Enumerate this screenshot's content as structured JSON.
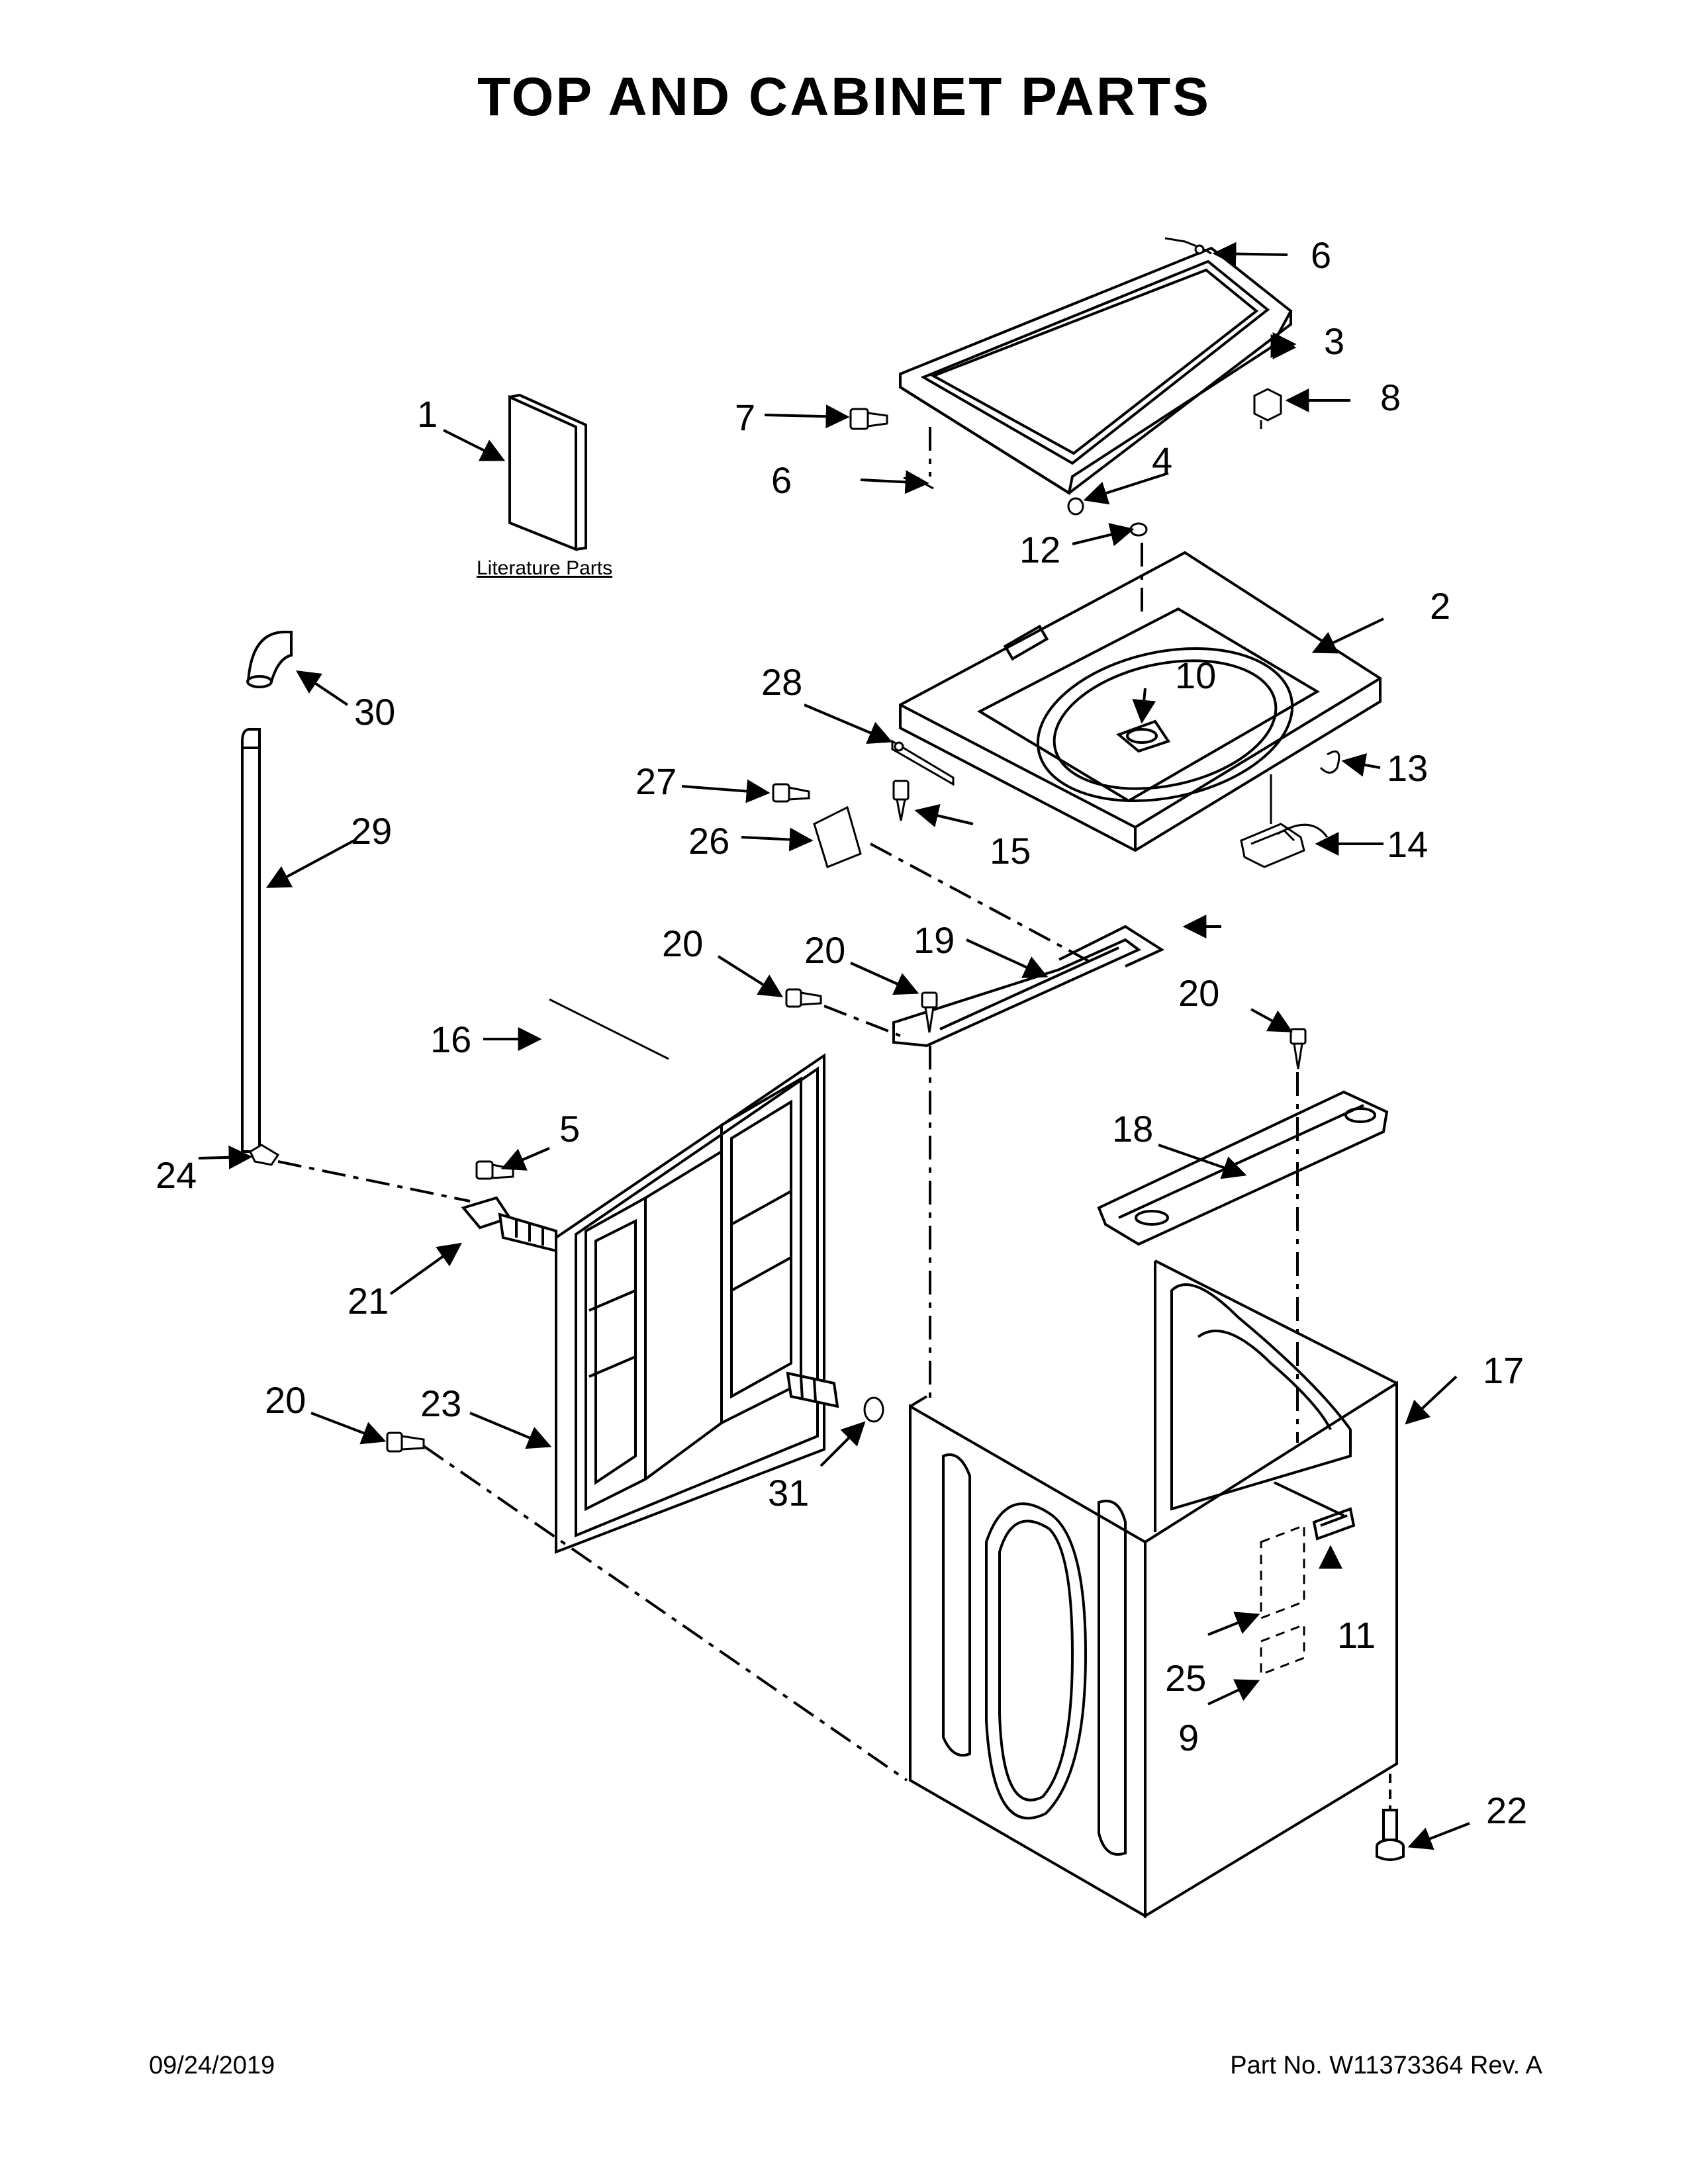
{
  "title": "TOP AND CABINET PARTS",
  "footer": {
    "date": "09/24/2019",
    "part_label": "Part No.  W11373364  Rev.  A"
  },
  "literature_label": "Literature Parts",
  "callouts": {
    "c1": "1",
    "c2": "2",
    "c3": "3",
    "c4": "4",
    "c5": "5",
    "c6a": "6",
    "c6b": "6",
    "c7": "7",
    "c8": "8",
    "c9": "9",
    "c10": "10",
    "c11": "11",
    "c12": "12",
    "c13": "13",
    "c14": "14",
    "c15": "15",
    "c16": "16",
    "c17": "17",
    "c18": "18",
    "c19": "19",
    "c20a": "20",
    "c20b": "20",
    "c20c": "20",
    "c20d": "20",
    "c21": "21",
    "c22": "22",
    "c23": "23",
    "c24": "24",
    "c25": "25",
    "c26": "26",
    "c27": "27",
    "c28": "28",
    "c29": "29",
    "c30": "30",
    "c31": "31"
  }
}
